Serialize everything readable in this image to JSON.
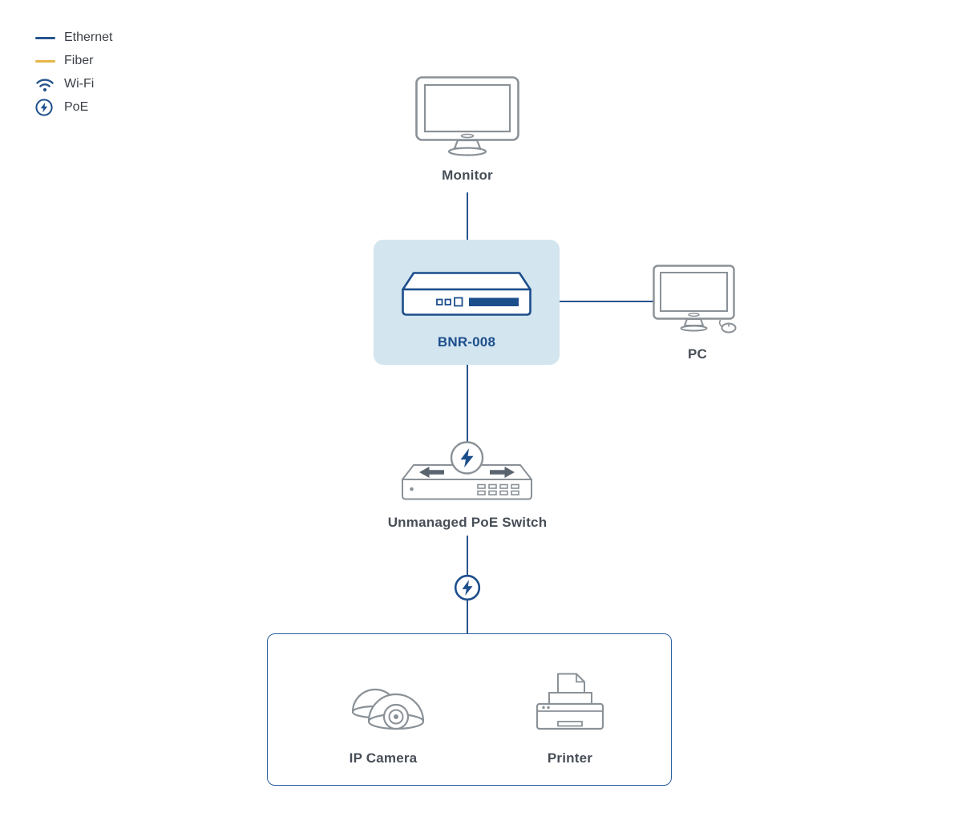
{
  "diagram_type": "network-topology",
  "legend": {
    "items": [
      {
        "label": "Ethernet",
        "swatch": "line",
        "color": "#27548d"
      },
      {
        "label": "Fiber",
        "swatch": "line",
        "color": "#e6b54a"
      },
      {
        "label": "Wi-Fi",
        "swatch": "wifi-icon",
        "color": "#27548d"
      },
      {
        "label": "PoE",
        "swatch": "poe-icon",
        "color": "#1d4e8c"
      }
    ]
  },
  "nodes": {
    "monitor": {
      "label": "Monitor"
    },
    "router": {
      "label": "BNR-008",
      "highlighted": true
    },
    "pc": {
      "label": "PC"
    },
    "poe_switch": {
      "label": "Unmanaged PoE Switch"
    },
    "ip_camera": {
      "label": "IP Camera"
    },
    "printer": {
      "label": "Printer"
    }
  },
  "connections": [
    {
      "from": "Monitor",
      "to": "BNR-008",
      "type": "ethernet"
    },
    {
      "from": "BNR-008",
      "to": "PC",
      "type": "ethernet"
    },
    {
      "from": "BNR-008",
      "to": "Unmanaged PoE Switch",
      "type": "ethernet"
    },
    {
      "from": "Unmanaged PoE Switch",
      "to": "IP Camera / Printer group",
      "type": "poe"
    }
  ],
  "colors": {
    "ethernet_line": "#27548d",
    "fiber_line": "#e6b54a",
    "device_outline": "#8a9197",
    "router_outline": "#1d4e8c",
    "router_box_fill": "#d3e5ef",
    "router_label": "#1d4e8c",
    "node_label": "#474e57",
    "group_border": "#2a5d9f",
    "poe_bolt": "#1d4e8c"
  }
}
